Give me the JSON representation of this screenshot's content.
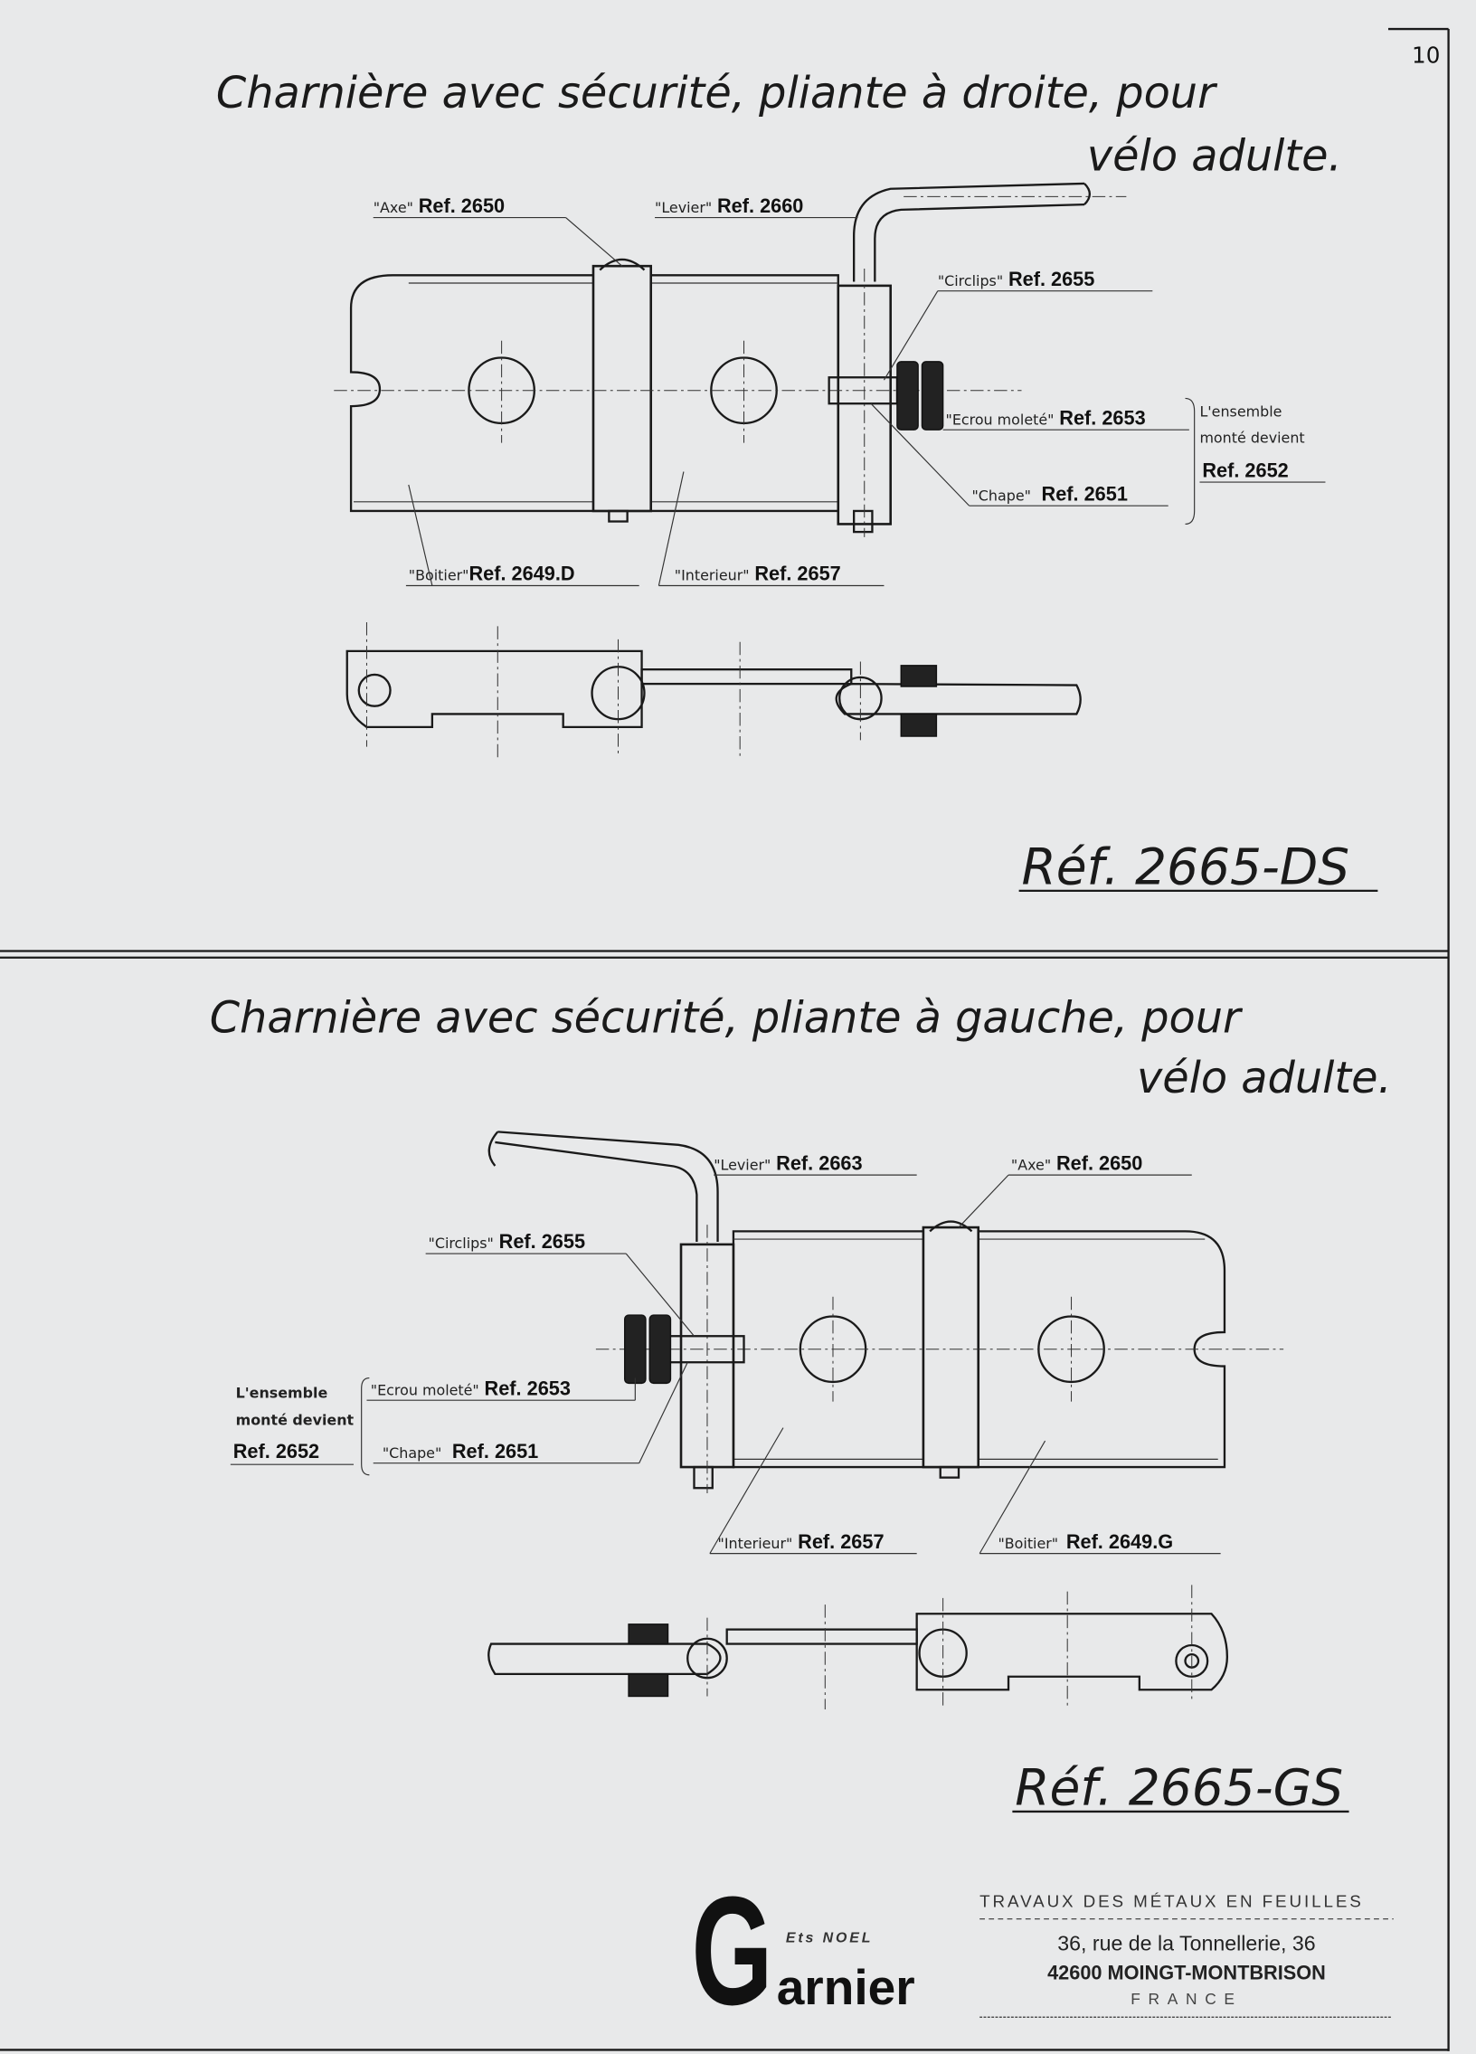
{
  "page_number": "10",
  "top": {
    "title_line1": "Charnière avec sécurité, pliante à droite, pour",
    "title_line2": "vélo adulte.",
    "labels": {
      "axe": {
        "name": "\"Axe\"",
        "ref": "Ref. 2650"
      },
      "levier": {
        "name": "\"Levier\"",
        "ref": "Ref. 2660"
      },
      "circlips": {
        "name": "\"Circlips\"",
        "ref": "Ref. 2655"
      },
      "ecrou": {
        "name": "\"Ecrou moleté\"",
        "ref": "Ref. 2653"
      },
      "chape": {
        "name": "\"Chape\"",
        "ref": "Ref. 2651"
      },
      "boitier": {
        "name": "\"Boitier\"",
        "ref": "Ref. 2649.D"
      },
      "interieur": {
        "name": "\"Interieur\"",
        "ref": "Ref. 2657"
      }
    },
    "assembly": {
      "line1": "L'ensemble",
      "line2": "monté devient",
      "ref": "Ref. 2652"
    },
    "reference": "Réf. 2665-DS"
  },
  "bottom": {
    "title_line1": "Charnière avec sécurité, pliante à gauche, pour",
    "title_line2": "vélo adulte.",
    "labels": {
      "levier": {
        "name": "\"Levier\"",
        "ref": "Ref. 2663"
      },
      "axe": {
        "name": "\"Axe\"",
        "ref": "Ref. 2650"
      },
      "circlips": {
        "name": "\"Circlips\"",
        "ref": "Ref. 2655"
      },
      "ecrou": {
        "name": "\"Ecrou moleté\"",
        "ref": "Ref. 2653"
      },
      "chape": {
        "name": "\"Chape\"",
        "ref": "Ref. 2651"
      },
      "interieur": {
        "name": "\"Interieur\"",
        "ref": "Ref. 2657"
      },
      "boitier": {
        "name": "\"Boitier\"",
        "ref": "Ref. 2649.G"
      }
    },
    "assembly": {
      "line1": "L'ensemble",
      "line2": "monté devient",
      "ref": "Ref. 2652"
    },
    "reference": "Réf. 2665-GS"
  },
  "footer": {
    "logo_initial": "G",
    "logo_prefix": "Ets NOEL",
    "logo_rest": "arnier",
    "activity": "TRAVAUX DES MÉTAUX EN FEUILLES",
    "address1": "36, rue de la Tonnellerie, 36",
    "address2": "42600 MOINGT-MONTBRISON",
    "country": "FRANCE"
  }
}
